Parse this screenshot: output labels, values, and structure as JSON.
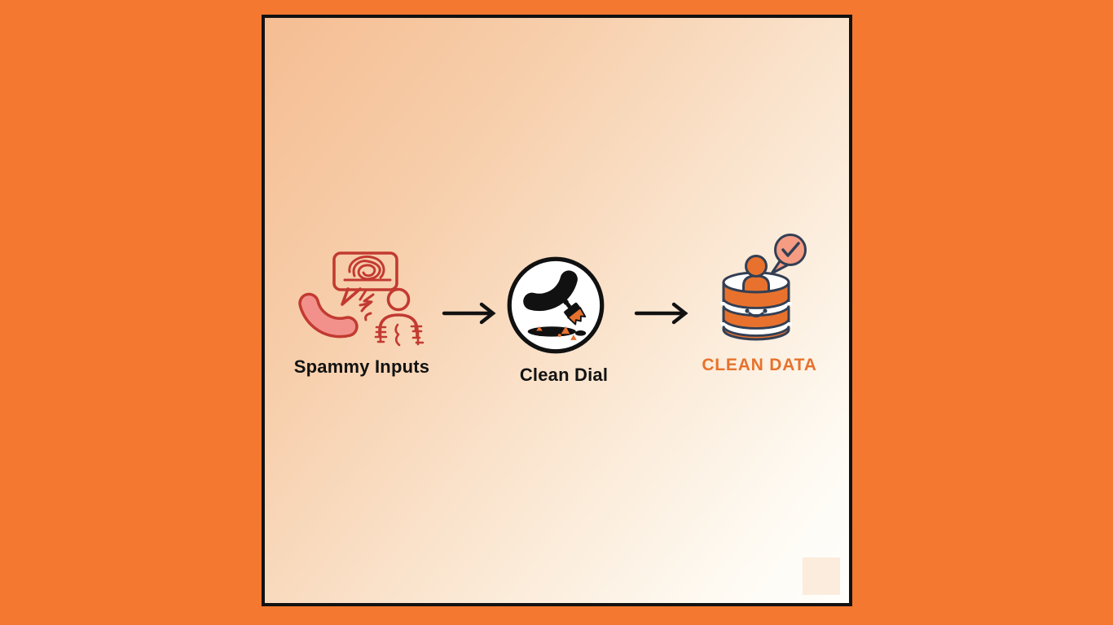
{
  "page": {
    "background_color": "#F4782F",
    "panel": {
      "border_color": "#121212",
      "gradient_top_left": "#F5BD92",
      "gradient_bottom_right": "#FFFEFB"
    }
  },
  "flow": {
    "connector_icon": "arrow-right-icon",
    "arrow_color": "#111111",
    "steps": [
      {
        "id": "spammy-inputs",
        "label": "Spammy Inputs",
        "label_color": "#121212",
        "icons": [
          "scribble-speech-bubble-icon",
          "spam-phone-icon",
          "garbled-person-icon"
        ],
        "icon_stroke_color": "#C23A31",
        "icon_fill_color": "#F2918B"
      },
      {
        "id": "clean-dial",
        "label": "Clean Dial",
        "label_color": "#121212",
        "icons": [
          "clean-dial-badge-icon",
          "phone-handset-icon",
          "paintbrush-icon",
          "puddle-icon"
        ],
        "icon_color": "#111111",
        "badge_fill": "#FFFFFF",
        "accent_color": "#E8722D"
      },
      {
        "id": "clean-data",
        "label": "CLEAN DATA",
        "label_color": "#E7722C",
        "icons": [
          "database-icon",
          "person-icon",
          "checkmark-bubble-icon"
        ],
        "icon_stroke_color": "#333F54",
        "icon_fill_color": "#E8722D",
        "bubble_fill_color": "#F59C82"
      }
    ]
  }
}
